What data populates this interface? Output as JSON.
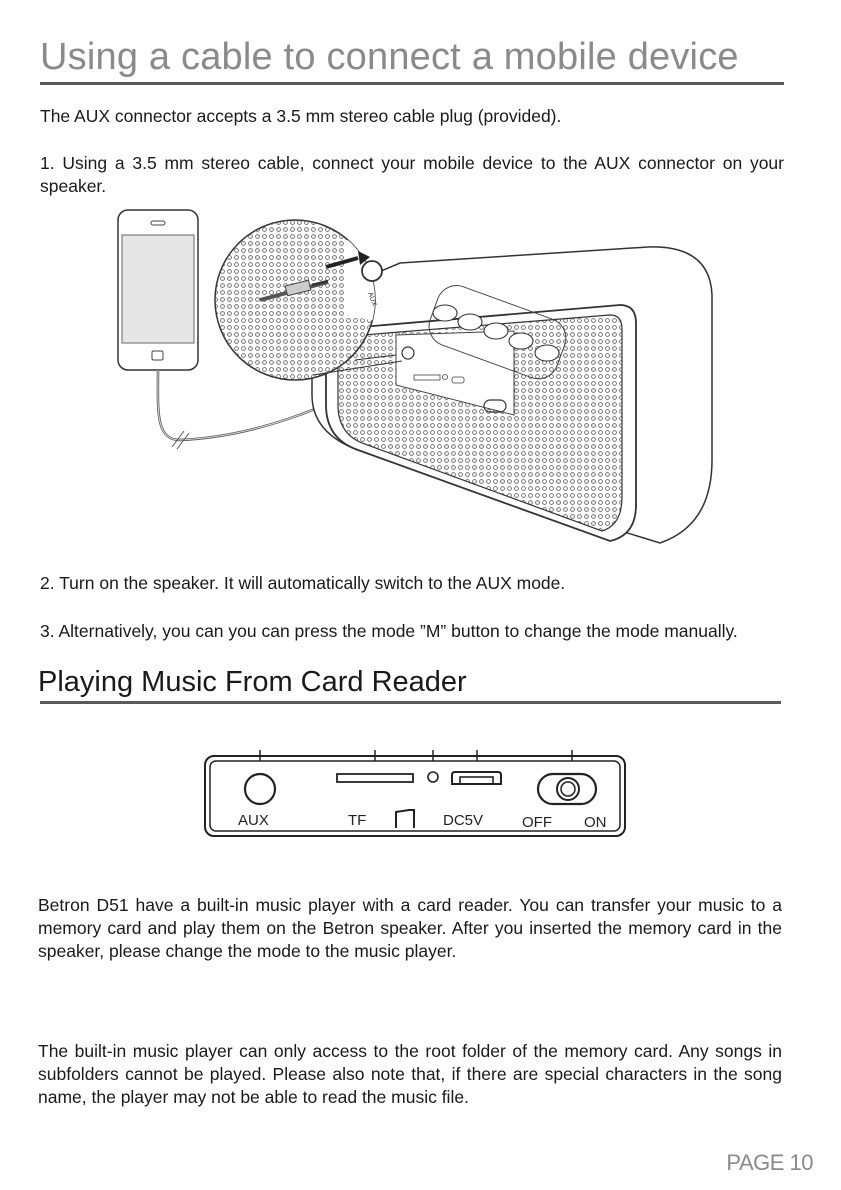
{
  "section1": {
    "title": "Using a cable to connect a mobile device",
    "intro": "The AUX connector accepts a 3.5 mm stereo cable plug (provided).",
    "step1": "1.   Using a 3.5 mm stereo cable, connect your mobile device to the AUX connector on your speaker.",
    "step2": "2.   Turn on the speaker. It will automatically switch to the AUX mode.",
    "step3": "3.   Alternatively, you can you can press the mode ”M” button to change the mode manually.",
    "illustration_label": "AUX"
  },
  "section2": {
    "title": "Playing Music From Card Reader",
    "panel": {
      "aux": "AUX",
      "tf": "TF",
      "dc": "DC5V",
      "off": "OFF",
      "on": "ON"
    },
    "para1": "Betron D51 have a built-in music player with a card reader. You can transfer your music to a memory card and play them on the Betron speaker. After you inserted the memory card in the speaker, please change the mode to the music player.",
    "para2": "The built-in music player can only access to the root folder of the memory card. Any songs in subfolders cannot be played. Please also note that, if there are special characters in the song name, the player may not be able to read the music file."
  },
  "footer": {
    "page": "PAGE 10"
  },
  "colors": {
    "heading_gray": "#8a8a8a",
    "rule": "#5a5a5a",
    "text": "#1a1a1a"
  }
}
